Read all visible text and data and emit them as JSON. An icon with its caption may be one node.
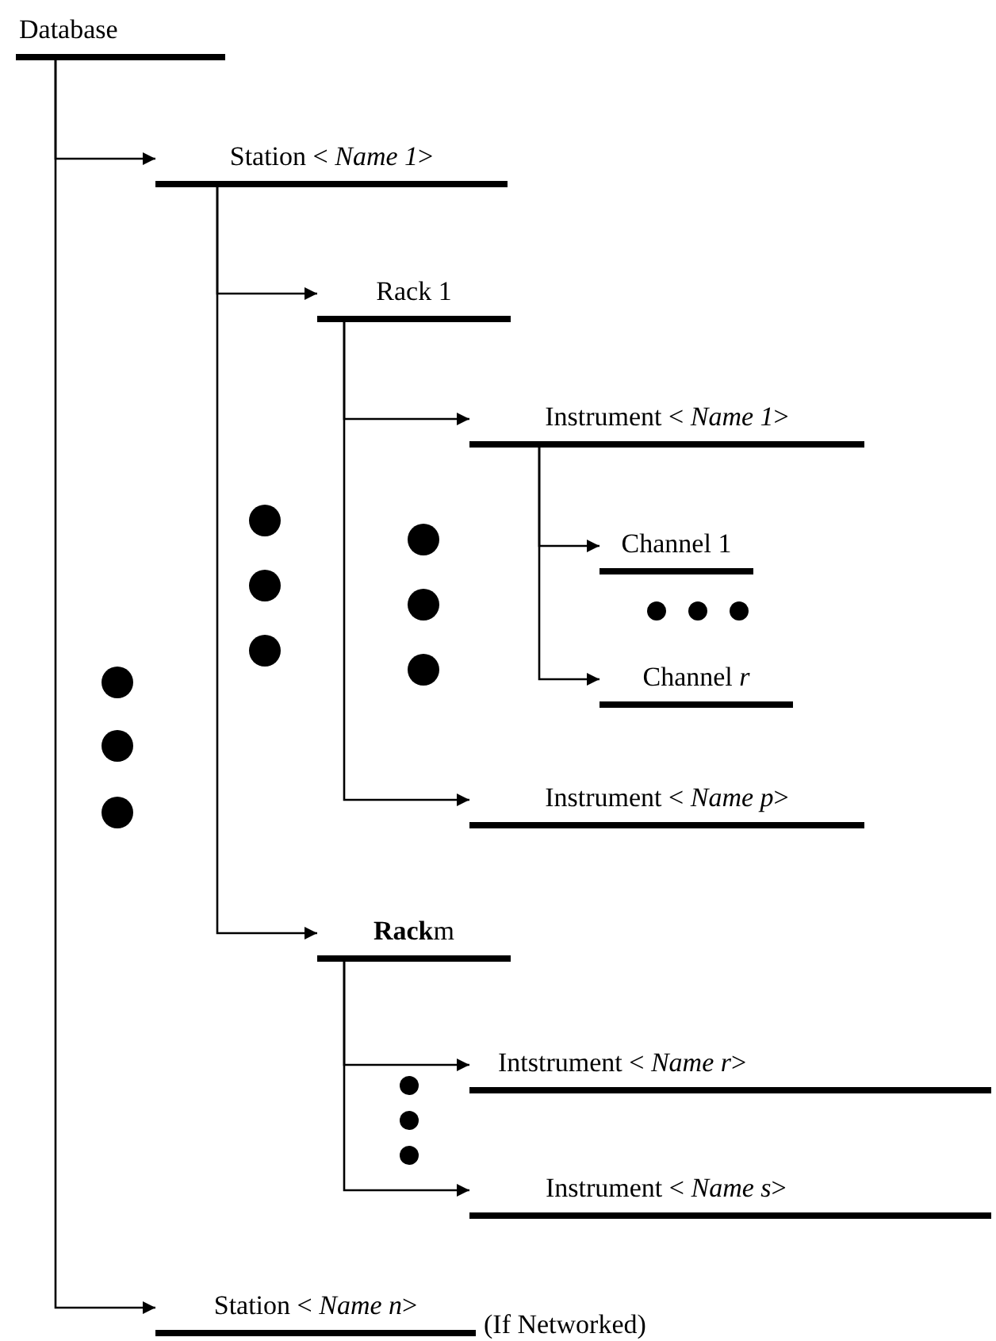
{
  "diagram": {
    "nodes": [
      {
        "text": [
          "Database"
        ]
      },
      {
        "text": [
          "Station < *Name 1*>"
        ]
      },
      {
        "text": [
          "Rack 1"
        ]
      },
      {
        "text": [
          "Instrument < *Name 1*>"
        ]
      },
      {
        "text": [
          "Channel 1"
        ]
      },
      {
        "text": [
          "Channel  *r*"
        ]
      },
      {
        "text": [
          "Instrument < *Name p*>"
        ]
      },
      {
        "text": [
          "**Rack**m"
        ]
      },
      {
        "text": [
          "Intstrument < *Name r*>"
        ]
      },
      {
        "text": [
          "Instrument < *Name s*>"
        ]
      },
      {
        "text": [
          "Station < *Name n*>"
        ],
        "beside": [
          "(If Networked)"
        ]
      }
    ],
    "edges": [
      {
        "from": 0,
        "to": 1,
        "arrow": "to"
      },
      {
        "from": 1,
        "to": 2,
        "arrow": "to"
      },
      {
        "from": 2,
        "to": 3,
        "arrow": "to"
      },
      {
        "from": 3,
        "to": 4,
        "arrow": "to"
      },
      {
        "from": 3,
        "to": 5,
        "arrow": "to"
      },
      {
        "from": 2,
        "to": 6,
        "arrow": "to"
      },
      {
        "from": 1,
        "to": 7,
        "arrow": "to"
      },
      {
        "from": 7,
        "to": 8,
        "arrow": "to"
      },
      {
        "from": 7,
        "to": 9,
        "arrow": "to"
      },
      {
        "from": 0,
        "to": 10,
        "arrow": "to"
      }
    ]
  }
}
